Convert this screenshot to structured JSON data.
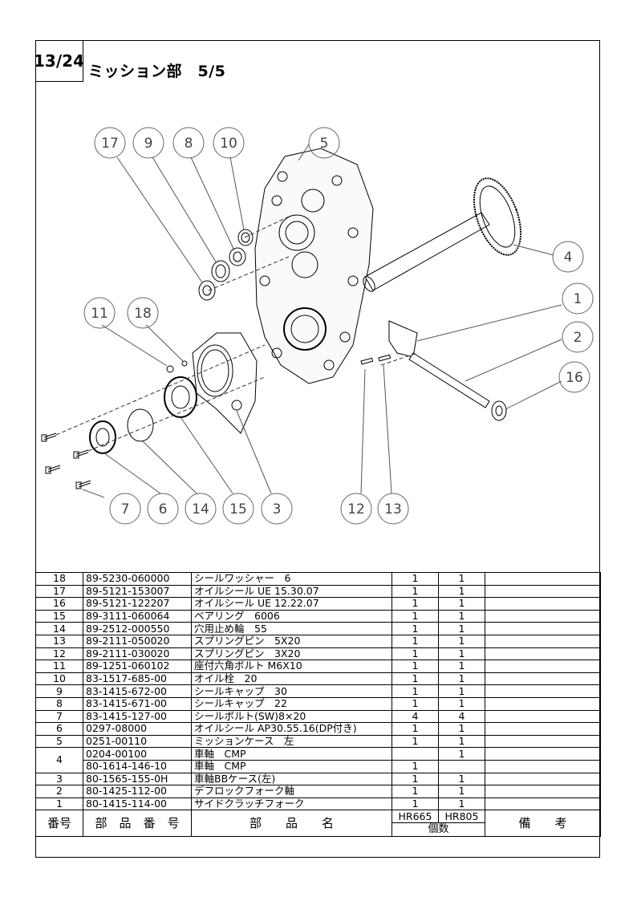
{
  "header": {
    "page_number": "13/24",
    "title": "ミッション部　5/5"
  },
  "callouts": [
    "17",
    "9",
    "8",
    "10",
    "5",
    "4",
    "1",
    "2",
    "16",
    "11",
    "18",
    "7",
    "6",
    "14",
    "15",
    "3",
    "12",
    "13"
  ],
  "table": {
    "headers": {
      "no": "番号",
      "part_number": "部　品　番　号",
      "part_name": "部　　品　　名",
      "model1": "HR665",
      "model2": "HR805",
      "qty": "個数",
      "remarks": "備　　考"
    },
    "rows": [
      {
        "no": "18",
        "part_number": "89-5230-060000",
        "part_name": "シールワッシャー　6",
        "q1": "1",
        "q2": "1"
      },
      {
        "no": "17",
        "part_number": "89-5121-153007",
        "part_name": "オイルシール UE 15.30.07",
        "q1": "1",
        "q2": "1"
      },
      {
        "no": "16",
        "part_number": "89-5121-122207",
        "part_name": "オイルシール UE 12.22.07",
        "q1": "1",
        "q2": "1"
      },
      {
        "no": "15",
        "part_number": "89-3111-060064",
        "part_name": "ベアリング　6006",
        "q1": "1",
        "q2": "1"
      },
      {
        "no": "14",
        "part_number": "89-2512-000550",
        "part_name": "穴用止め輪　55",
        "q1": "1",
        "q2": "1"
      },
      {
        "no": "13",
        "part_number": "89-2111-050020",
        "part_name": "スプリングピン　5X20",
        "q1": "1",
        "q2": "1"
      },
      {
        "no": "12",
        "part_number": "89-2111-030020",
        "part_name": "スプリングピン　3X20",
        "q1": "1",
        "q2": "1"
      },
      {
        "no": "11",
        "part_number": "89-1251-060102",
        "part_name": "座付六角ボルト M6X10",
        "q1": "1",
        "q2": "1"
      },
      {
        "no": "10",
        "part_number": "83-1517-685-00",
        "part_name": "オイル栓　20",
        "q1": "1",
        "q2": "1"
      },
      {
        "no": "9",
        "part_number": "83-1415-672-00",
        "part_name": "シールキャップ　30",
        "q1": "1",
        "q2": "1"
      },
      {
        "no": "8",
        "part_number": "83-1415-671-00",
        "part_name": "シールキャップ　22",
        "q1": "1",
        "q2": "1"
      },
      {
        "no": "7",
        "part_number": "83-1415-127-00",
        "part_name": "シールボルト(SW)8×20",
        "q1": "4",
        "q2": "4"
      },
      {
        "no": "6",
        "part_number": "0297-08000",
        "part_name": "オイルシール AP30.55.16(DP付き)",
        "q1": "1",
        "q2": "1"
      },
      {
        "no": "5",
        "part_number": "0251-00110",
        "part_name": "ミッションケース　左",
        "q1": "1",
        "q2": "1"
      },
      {
        "no": "4",
        "part_number": "0204-00100",
        "part_name": "車軸　CMP",
        "q1": "",
        "q2": "1"
      },
      {
        "no": "",
        "part_number": "80-1614-146-10",
        "part_name": "車軸　CMP",
        "q1": "1",
        "q2": ""
      },
      {
        "no": "3",
        "part_number": "80-1565-155-0H",
        "part_name": "車軸BBケース(左)",
        "q1": "1",
        "q2": "1"
      },
      {
        "no": "2",
        "part_number": "80-1425-112-00",
        "part_name": "デフロックフォーク軸",
        "q1": "1",
        "q2": "1"
      },
      {
        "no": "1",
        "part_number": "80-1415-114-00",
        "part_name": "サイドクラッチフォーク",
        "q1": "1",
        "q2": "1"
      }
    ]
  }
}
